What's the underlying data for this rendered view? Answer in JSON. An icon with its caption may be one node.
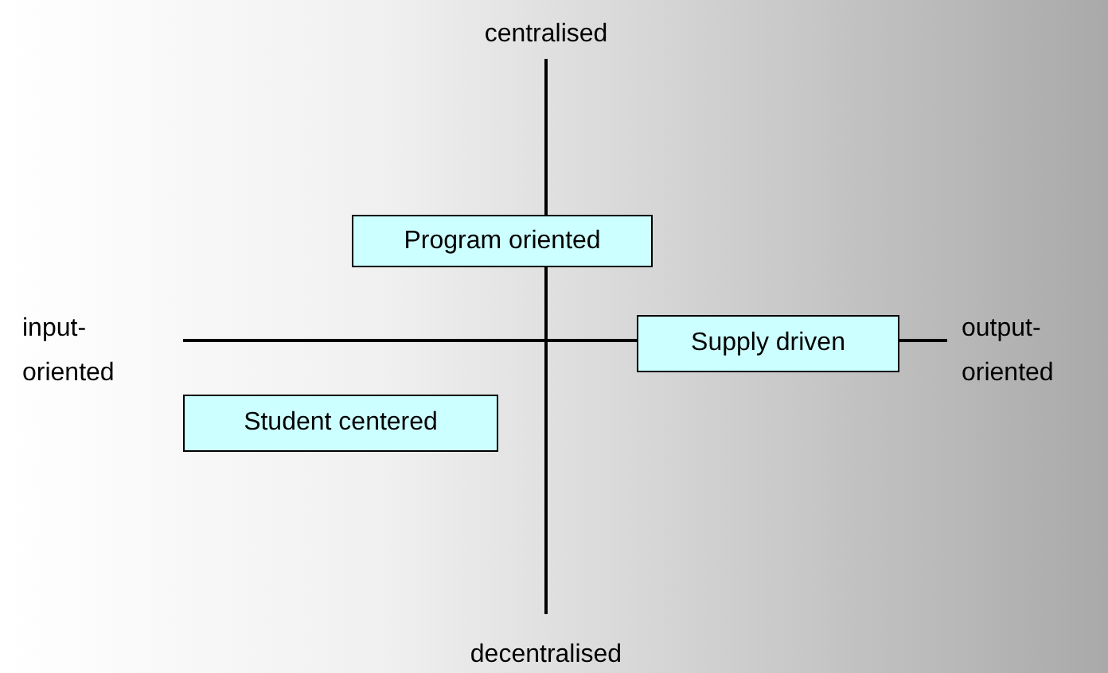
{
  "diagram": {
    "nodes": [
      {
        "text": [
          "Program oriented"
        ]
      },
      {
        "text": [
          "Supply driven"
        ]
      },
      {
        "text": [
          "Student centered"
        ]
      }
    ],
    "labels": [
      "centralised",
      "input-oriented",
      "output-oriented",
      "decentralised"
    ]
  }
}
